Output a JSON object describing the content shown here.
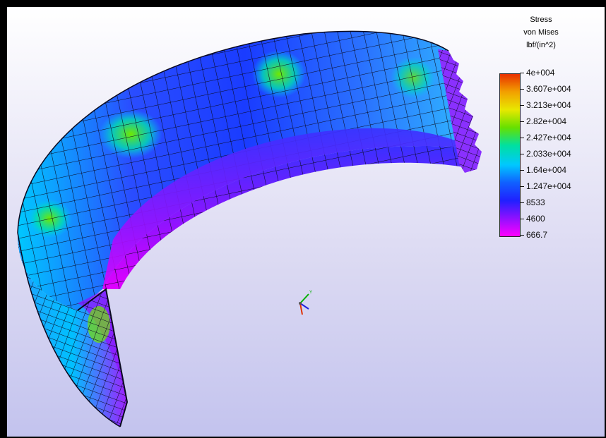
{
  "legend": {
    "title_lines": [
      "Stress",
      "von Mises",
      "lbf/(in^2)"
    ],
    "ticks": [
      "4e+004",
      "3.607e+004",
      "3.213e+004",
      "2.82e+004",
      "2.427e+004",
      "2.033e+004",
      "1.64e+004",
      "1.247e+004",
      "8533",
      "4600",
      "666.7"
    ],
    "gradient_colors": [
      "#e83000",
      "#f2a000",
      "#e8e800",
      "#66e000",
      "#00e0a0",
      "#00c8ff",
      "#1060ff",
      "#2020ff",
      "#9010ff",
      "#ff00ff"
    ]
  },
  "triad": {
    "axis_colors": {
      "x": "#e03000",
      "y": "#00b000",
      "z": "#2020e0"
    },
    "labels": {
      "y": "Y"
    }
  },
  "model": {
    "name": "stress-result-mesh",
    "palette": {
      "blue": "#2a4dff",
      "cyan": "#00c8ff",
      "teal": "#00e0b0",
      "green": "#60e000",
      "purple": "#8a14ff",
      "magenta": "#e000ff",
      "mesh": "#0a0a20"
    }
  }
}
